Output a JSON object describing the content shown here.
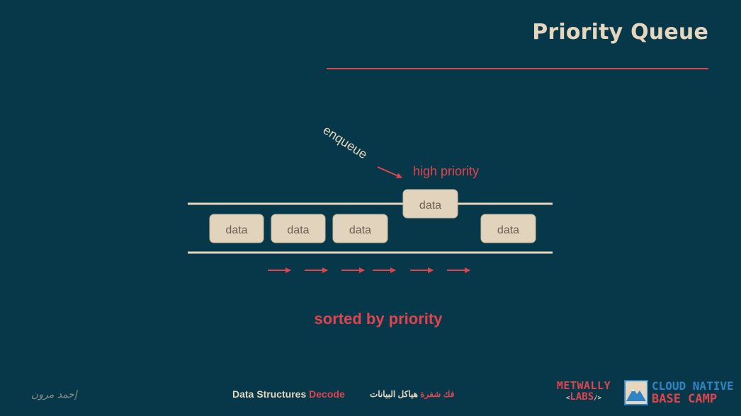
{
  "slide": {
    "title": "Priority Queue",
    "caption": "sorted by priority"
  },
  "diagram": {
    "enqueue_label": "enqueue",
    "high_priority_label": "high priority",
    "incoming_box": "data",
    "queue_boxes": [
      "data",
      "data",
      "data",
      "data"
    ]
  },
  "footer": {
    "author_signature": "إحمد مرون",
    "series_prefix": "Data Structures",
    "series_accent": "Decode",
    "arabic_title_accent": "فك شفرة",
    "arabic_title_rest": "هياكل البيانات",
    "logo_metwally_line1": "METWALLY",
    "logo_metwally_line2": "LABS",
    "logo_cnbc_line1": "CLOUD NATIVE",
    "logo_cnbc_line2": "BASE CAMP"
  },
  "colors": {
    "background": "#06384a",
    "cream": "#e6d6bd",
    "accent_red": "#e0444e",
    "box_fill": "#e2d3bc",
    "brand_blue": "#2f84c6"
  }
}
